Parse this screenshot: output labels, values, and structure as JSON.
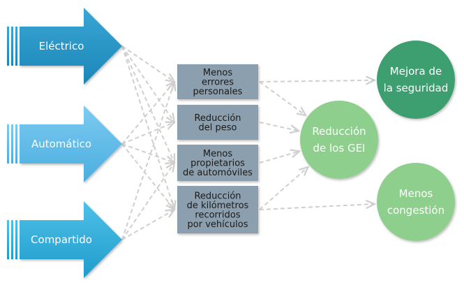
{
  "diagram": {
    "sources": [
      {
        "id": "electrico",
        "label": "Eléctrico"
      },
      {
        "id": "automatico",
        "label": "Automático"
      },
      {
        "id": "compartido",
        "label": "Compartido"
      }
    ],
    "effects": [
      {
        "id": "errores",
        "lines": [
          "Menos",
          "errores",
          "personales"
        ]
      },
      {
        "id": "peso",
        "lines": [
          "Reducción",
          "del peso"
        ]
      },
      {
        "id": "propietarios",
        "lines": [
          "Menos",
          "propietarios",
          "de automóviles"
        ]
      },
      {
        "id": "kilometros",
        "lines": [
          "Reducción",
          "de kilómetros",
          "recorridos",
          "por vehículos"
        ]
      }
    ],
    "outcomes": [
      {
        "id": "seguridad",
        "lines": [
          "Mejora de",
          "la seguridad"
        ],
        "color": "#3d9e6f"
      },
      {
        "id": "gei",
        "lines": [
          "Reducción",
          "de los GEI"
        ],
        "color": "#8fcf8d"
      },
      {
        "id": "congestion",
        "lines": [
          "Menos",
          "congestión"
        ],
        "color": "#8fcf8d"
      }
    ],
    "links": [
      {
        "from": "electrico",
        "to": "errores"
      },
      {
        "from": "electrico",
        "to": "peso"
      },
      {
        "from": "electrico",
        "to": "propietarios"
      },
      {
        "from": "electrico",
        "to": "kilometros"
      },
      {
        "from": "automatico",
        "to": "errores"
      },
      {
        "from": "automatico",
        "to": "peso"
      },
      {
        "from": "automatico",
        "to": "propietarios"
      },
      {
        "from": "automatico",
        "to": "kilometros"
      },
      {
        "from": "compartido",
        "to": "errores"
      },
      {
        "from": "compartido",
        "to": "propietarios"
      },
      {
        "from": "compartido",
        "to": "kilometros"
      },
      {
        "from": "errores",
        "to": "seguridad"
      },
      {
        "from": "errores",
        "to": "gei"
      },
      {
        "from": "peso",
        "to": "gei"
      },
      {
        "from": "propietarios",
        "to": "gei"
      },
      {
        "from": "kilometros",
        "to": "gei"
      },
      {
        "from": "kilometros",
        "to": "congestion"
      }
    ],
    "colors": {
      "arrow_top": "#1f8fc0",
      "arrow_mid": "#5ab8e6",
      "arrow_bottom": "#2aa7d6",
      "box_fill": "#8c9fae",
      "link": "#cfcfcf"
    }
  }
}
